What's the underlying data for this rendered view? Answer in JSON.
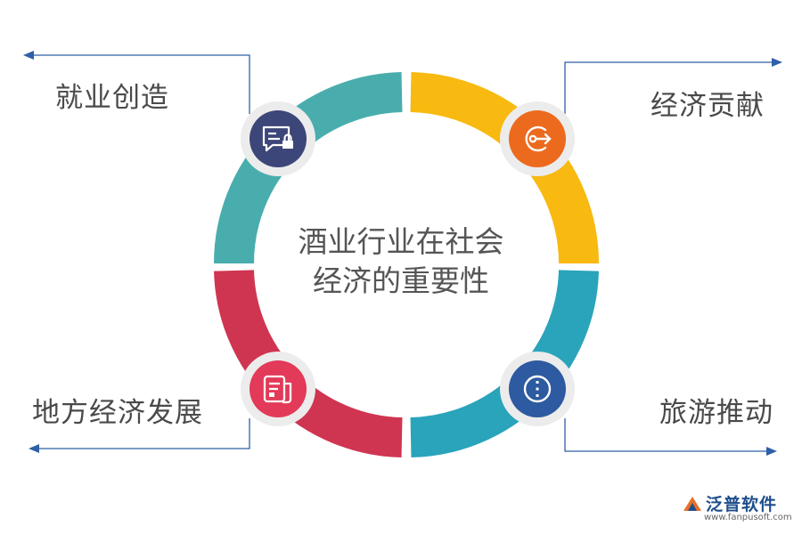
{
  "title_line1": "酒业行业在社会",
  "title_line2": "经济的重要性",
  "items": [
    {
      "label": "就业创造",
      "color": "#4aadad",
      "icon_color": "#3d4678",
      "icon": "chat-lock-icon"
    },
    {
      "label": "经济贡献",
      "color": "#f8b910",
      "icon_color": "#ec6a1e",
      "icon": "arrow-circle-icon"
    },
    {
      "label": "地方经济发展",
      "color": "#cf3551",
      "icon_color": "#e23a58",
      "icon": "document-icon"
    },
    {
      "label": "旅游推动",
      "color": "#29a4bb",
      "icon_color": "#2d5aa0",
      "icon": "more-dots-icon"
    }
  ],
  "brand": {
    "name": "泛普软件",
    "url": "www.fanpusoft.com"
  }
}
